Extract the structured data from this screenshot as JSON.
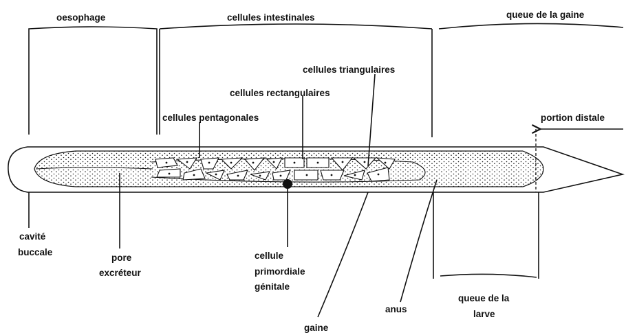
{
  "labels": {
    "oesophage": "oesophage",
    "cellules_intestinales": "cellules intestinales",
    "queue_gaine": "queue de la gaine",
    "cellules_triangulaires": "cellules triangulaires",
    "cellules_rectangulaires": "cellules rectangulaires",
    "cellules_pentagonales": "cellules pentagonales",
    "portion_distale": "portion distale",
    "cavite_buccale": [
      "cavité",
      "buccale"
    ],
    "pore_excreteur": [
      "pore",
      "excréteur"
    ],
    "cellule_primordiale": [
      "cellule",
      "primordiale",
      "génitale"
    ],
    "anus": "anus",
    "queue_larve": [
      "queue de la",
      "larve"
    ],
    "gaine": "gaine"
  }
}
